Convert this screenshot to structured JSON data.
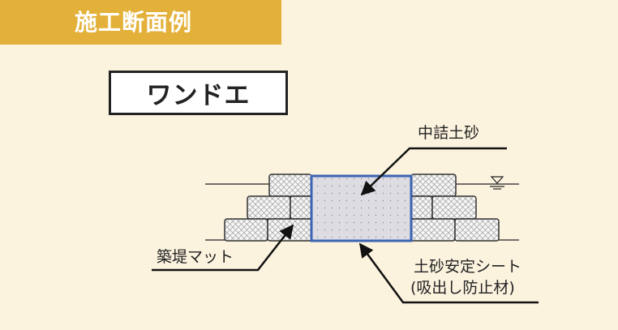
{
  "header": {
    "title": "施工断面例"
  },
  "section_type": {
    "label": "ワンドエ"
  },
  "labels": {
    "fill_soil": "中詰土砂",
    "mat": "築堤マット",
    "sheet_line1": "土砂安定シート",
    "sheet_line2": "(吸出し防止材)"
  },
  "colors": {
    "header_bg": "#e3b13a",
    "page_bg": "#fcf3df",
    "outline_blue": "#3b64b2",
    "fill_gray": "#dcdce2"
  }
}
